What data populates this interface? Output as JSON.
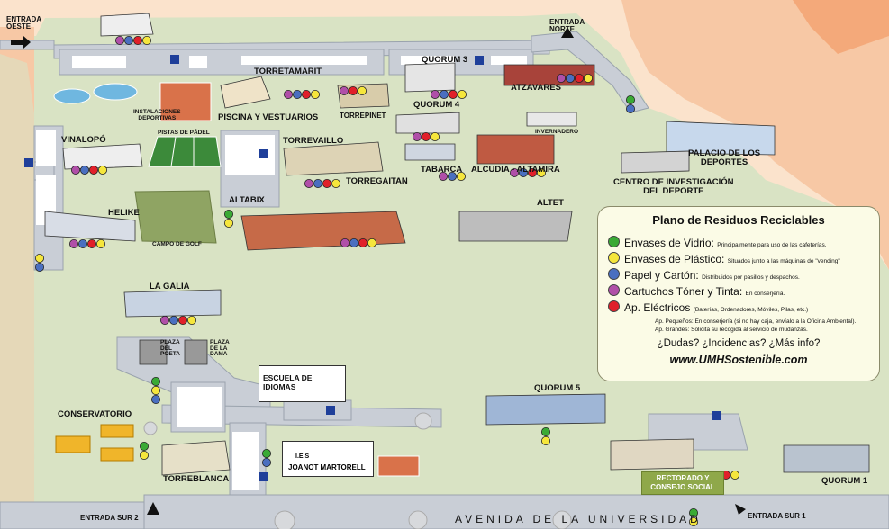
{
  "map": {
    "entrances": {
      "west": "ENTRADA\nOESTE",
      "north": "ENTRADA\nNORTE",
      "south2": "ENTRADA SUR 2",
      "south1": "ENTRADA SUR 1"
    },
    "avenue": "AVENIDA DE LA UNIVERSIDAD",
    "buildings": {
      "torretamarit": "TORRETAMARIT",
      "quorum3": "QUORUM 3",
      "atzavares": "ATZAVARES",
      "instalaciones": "INSTALACIONES\nDEPORTIVAS",
      "piscina": "PISCINA Y VESTUARIOS",
      "torrepinet": "TORREPINET",
      "quorum4": "QUORUM 4",
      "invernadero": "INVERNADERO",
      "vinalopo": "VINALOPÓ",
      "pistas": "PISTAS DE PÁDEL",
      "torrevaillo": "TORREVAILLO",
      "palacio": "PALACIO DE LOS\nDEPORTES",
      "tabarca": "TABARCA",
      "alcudia": "ALCUDIA - ALTAMIRA",
      "torregaitan": "TORREGAITAN",
      "centro": "CENTRO DE INVESTIGACIÓN\nDEL DEPORTE",
      "helike": "HELIKE",
      "altabix": "ALTABIX",
      "campogolf": "CAMPO DE GOLF",
      "altet": "ALTET",
      "lagalia": "LA GALIA",
      "plazapoeta": "PLAZA\nDEL\nPOETA",
      "plazadama": "PLAZA\nDE LA\nDAMA",
      "escuela": "ESCUELA DE IDIOMAS",
      "conservatorio": "CONSERVATORIO",
      "quorum5": "QUORUM 5",
      "ies_a": "I.E.S",
      "ies_b": "JOANOT MARTORELL",
      "torreblanca": "TORREBLANCA",
      "rectorado": "RECTORADO Y\nCONSEJO SOCIAL",
      "quorum1": "QUORUM 1"
    }
  },
  "legend": {
    "title": "Plano de Residuos Reciclables",
    "items": [
      {
        "label": "Envases de Vidrio:",
        "note": "Principalmente para uso de las cafeterías.",
        "color": "#3aaa35"
      },
      {
        "label": "Envases de Plástico:",
        "note": "Situados junto a las máquinas de \"vending\"",
        "color": "#f5e63c"
      },
      {
        "label": "Papel y Cartón:",
        "note": "Distribuidos por pasillos y despachos.",
        "color": "#4a6fc0"
      },
      {
        "label": "Cartuchos Tóner y Tinta:",
        "note": "En conserjería.",
        "color": "#b04fa8"
      },
      {
        "label": "Ap. Eléctricos",
        "note": "(Baterías, Ordenadores, Móviles, Pilas, etc.)",
        "color": "#e0202a"
      }
    ],
    "small1": "Ap. Pequeños: En conserjería (si no hay caja, envíalo a la Oficina Ambiental).",
    "small2": "Ap. Grandes: Solicita su recogida al servicio de mudanzas.",
    "question": "¿Dudas? ¿Incidencias? ¿Más info?",
    "url": "www.UMHSostenible.com"
  }
}
